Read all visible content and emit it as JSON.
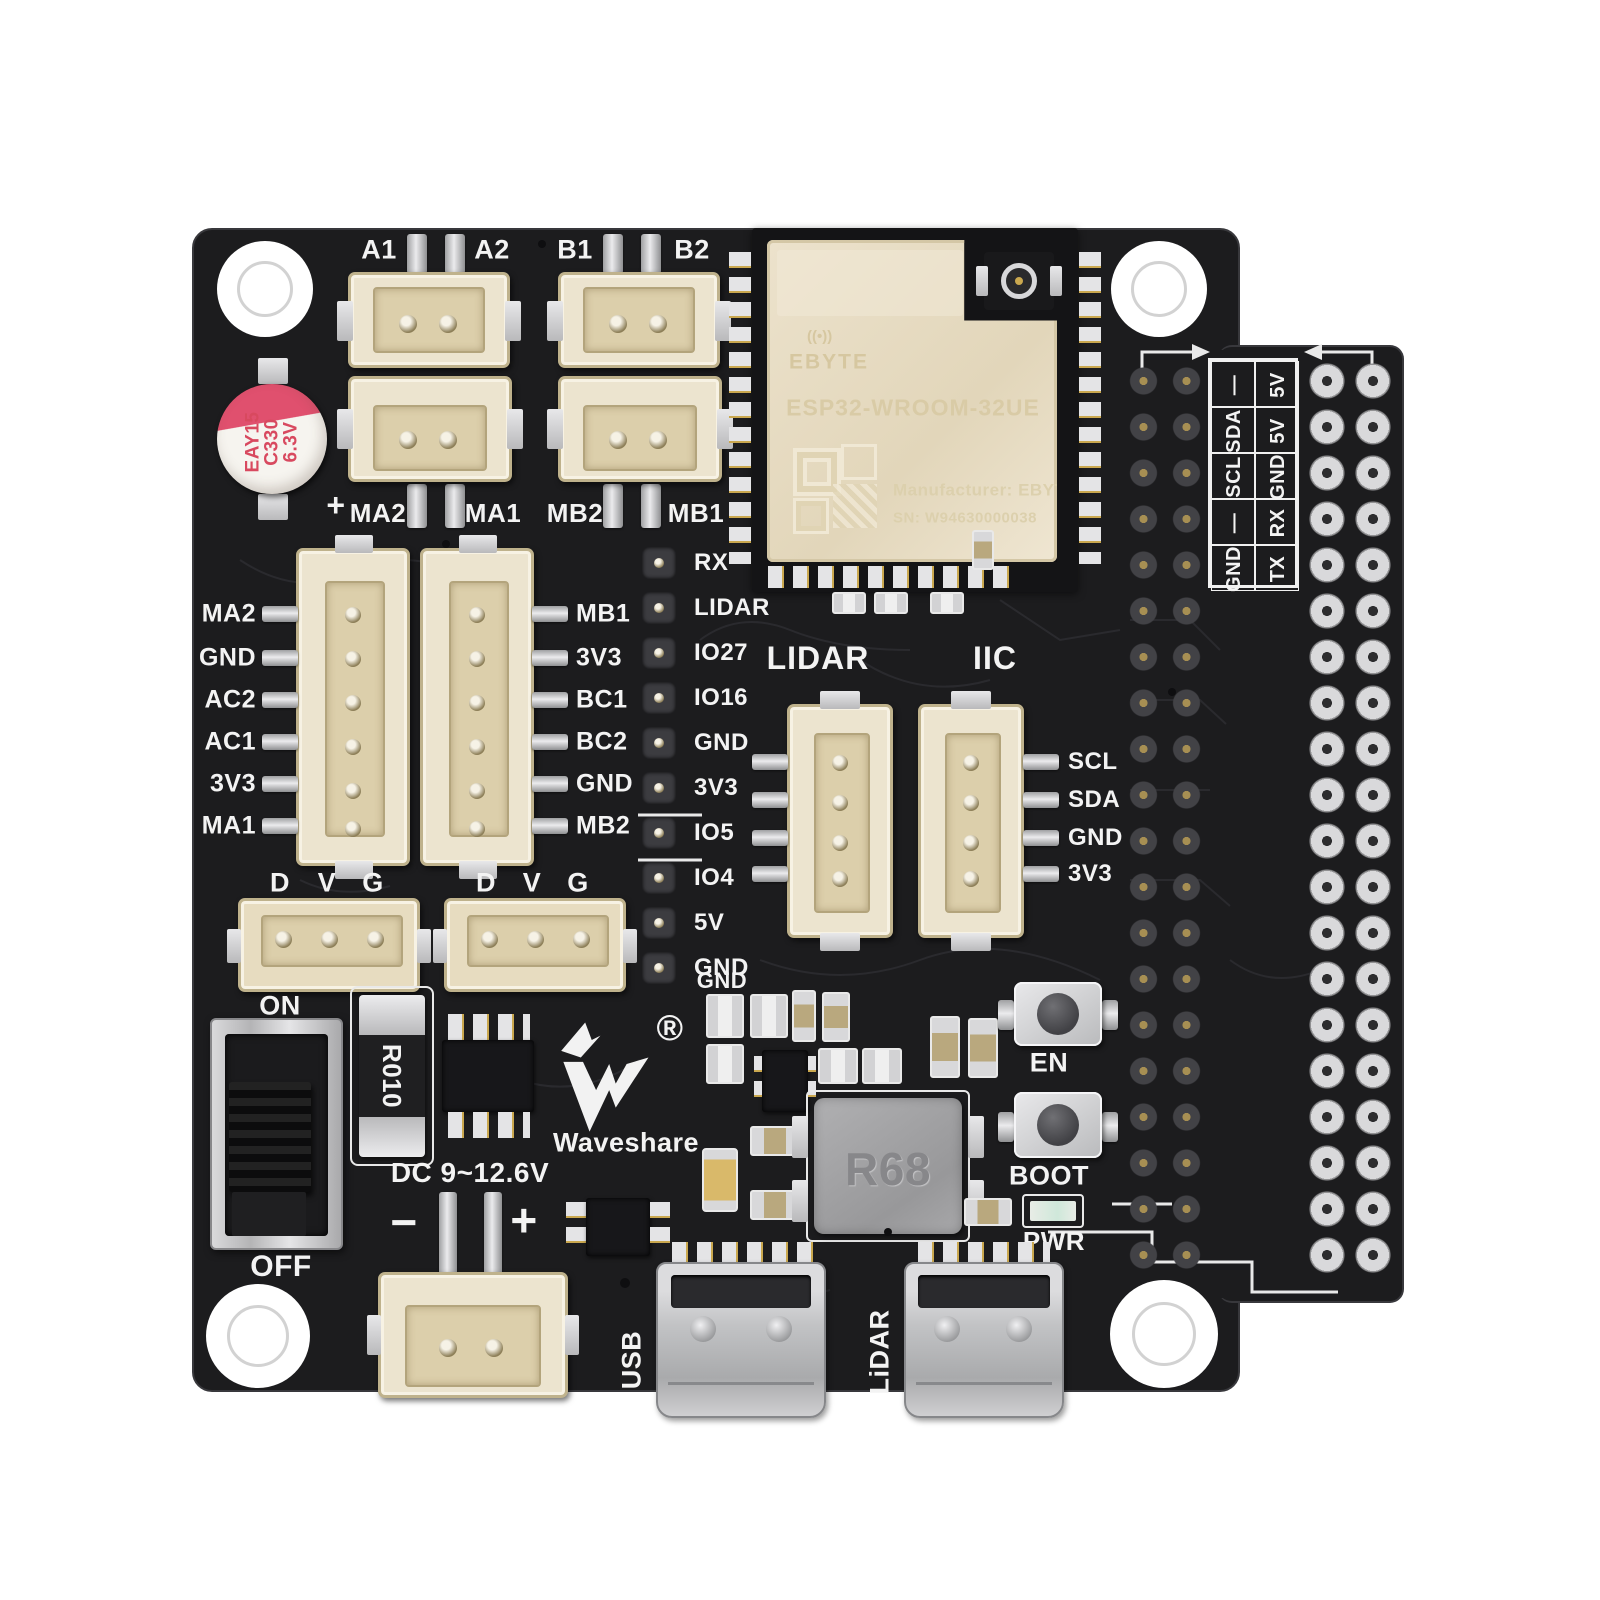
{
  "board": {
    "brand_name": "Waveshare",
    "registered": "®",
    "power_rating": "DC 9~12.6V",
    "gnd_label": "GND",
    "switch_on": "ON",
    "switch_off": "OFF",
    "power_minus": "−",
    "power_plus": "+",
    "cap_plus": "+"
  },
  "top_ports": {
    "row1": [
      "A1",
      "A2",
      "B1",
      "B2"
    ],
    "row2": [
      "MA2",
      "MA1",
      "MB2",
      "MB1"
    ]
  },
  "capacitor": {
    "brand": "EAY15",
    "value": "C330",
    "voltage": "6.3V"
  },
  "encoder_ports": {
    "left_labels": [
      "MA2",
      "GND",
      "AC2",
      "AC1",
      "3V3",
      "MA1"
    ],
    "right_labels": [
      "MB1",
      "3V3",
      "BC1",
      "BC2",
      "GND",
      "MB2"
    ]
  },
  "breakout": {
    "pins": [
      "RX",
      "LIDAR",
      "IO27",
      "IO16",
      "GND",
      "3V3",
      "IO5",
      "IO4",
      "5V",
      "GND"
    ]
  },
  "sensor_ports": {
    "lidar_title": "LIDAR",
    "iic_title": "IIC",
    "iic_pins": [
      "SCL",
      "SDA",
      "GND",
      "3V3"
    ]
  },
  "servo_ports": {
    "left": [
      "D",
      "V",
      "G"
    ],
    "right": [
      "D",
      "V",
      "G"
    ]
  },
  "components": {
    "shunt": "R010",
    "inductor": "R68",
    "pwr": "PWR"
  },
  "buttons": {
    "en": "EN",
    "boot": "BOOT"
  },
  "usb": {
    "left": "USB",
    "right": "LiDAR"
  },
  "gpio": {
    "rows": [
      {
        "inner": "—",
        "outer": "5V"
      },
      {
        "inner": "SDA",
        "outer": "5V"
      },
      {
        "inner": "SCL",
        "outer": "GND"
      },
      {
        "inner": "—",
        "outer": "RX"
      },
      {
        "inner": "GND",
        "outer": "TX"
      }
    ]
  },
  "esp32": {
    "logo": "EBYTE",
    "model": "ESP32-WROOM-32UE",
    "manufacturer": "Manufacturer: EBYTE",
    "serial": "SN: W94630000038"
  }
}
